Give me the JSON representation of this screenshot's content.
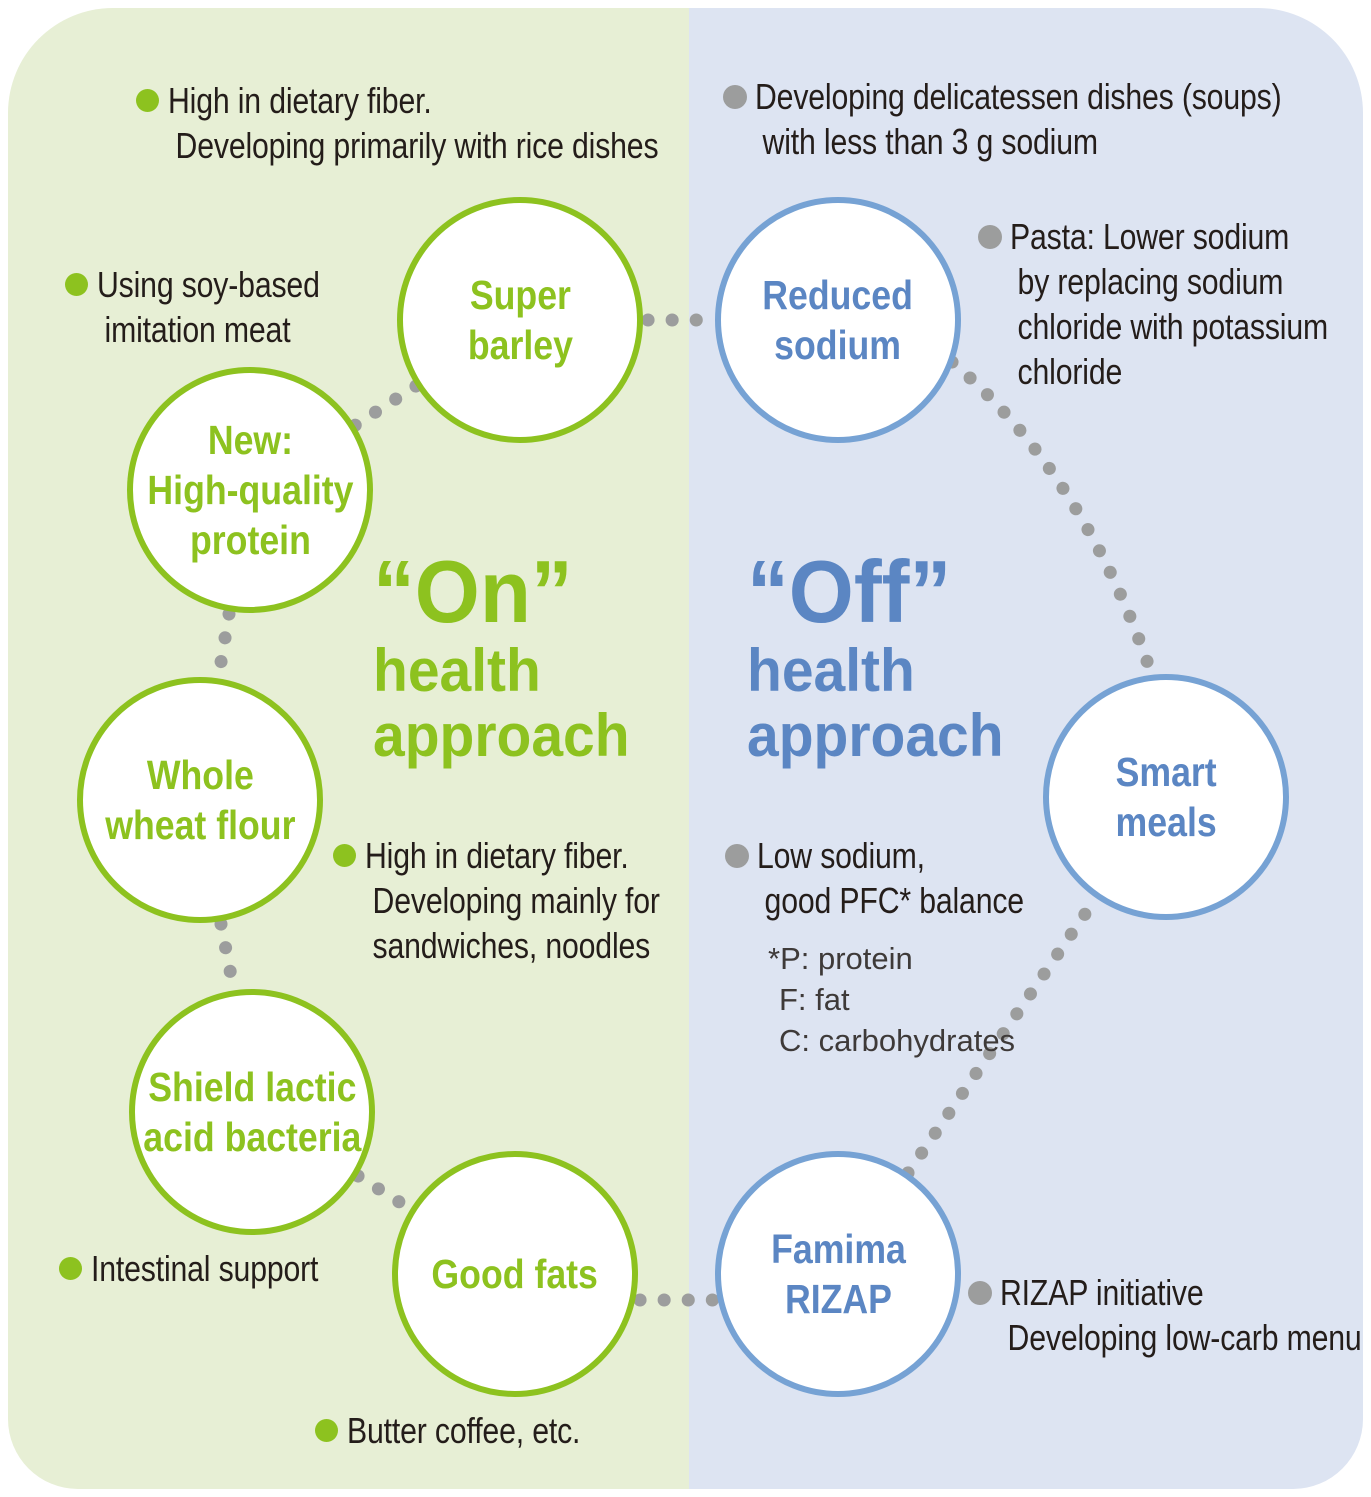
{
  "palette": {
    "green": "#8dc21f",
    "green_bg": "#e7efd5",
    "blue_text": "#5b86c3",
    "blue_border": "#76a2d4",
    "blue_bg": "#dde4f2",
    "dark_text": "#241d1a",
    "footnote_text": "#3e3a39",
    "dot_gray": "#9c9d9d",
    "white": "#ffffff"
  },
  "titles": {
    "on": {
      "big": "“On”",
      "line2": "health",
      "line3": "approach"
    },
    "off": {
      "big": "“Off”",
      "line2": "health",
      "line3": "approach"
    }
  },
  "circles": [
    {
      "id": "super-barley",
      "side": "on",
      "lines": [
        "Super",
        "barley"
      ]
    },
    {
      "id": "reduced-sodium",
      "side": "off",
      "lines": [
        "Reduced",
        "sodium"
      ]
    },
    {
      "id": "new-high-quality-protein",
      "side": "on",
      "lines": [
        "New:",
        "High-quality",
        "protein"
      ]
    },
    {
      "id": "whole-wheat-flour",
      "side": "on",
      "lines": [
        "Whole",
        "wheat flour"
      ]
    },
    {
      "id": "shield-lactic-acid-bacteria",
      "side": "on",
      "lines": [
        "Shield lactic",
        "acid bacteria"
      ]
    },
    {
      "id": "good-fats",
      "side": "on",
      "lines": [
        "Good fats"
      ]
    },
    {
      "id": "famima-rizap",
      "side": "off",
      "lines": [
        "Famima",
        "RIZAP"
      ]
    },
    {
      "id": "smart-meals",
      "side": "off",
      "lines": [
        "Smart",
        "meals"
      ]
    }
  ],
  "notes": [
    {
      "id": "super-barley-note",
      "side": "on",
      "lines": [
        "High in dietary fiber.",
        "Developing primarily with rice dishes"
      ]
    },
    {
      "id": "soy-meat-note",
      "side": "on",
      "lines": [
        "Using soy-based",
        "imitation meat"
      ]
    },
    {
      "id": "whole-wheat-note",
      "side": "on",
      "lines": [
        "High in dietary fiber.",
        "Developing mainly for",
        "sandwiches, noodles"
      ]
    },
    {
      "id": "intestinal-note",
      "side": "on",
      "lines": [
        "Intestinal support"
      ]
    },
    {
      "id": "butter-coffee-note",
      "side": "on",
      "lines": [
        "Butter coffee, etc."
      ]
    },
    {
      "id": "delicatessen-note",
      "side": "off",
      "lines": [
        "Developing delicatessen dishes (soups)",
        "with less than 3 g sodium"
      ]
    },
    {
      "id": "pasta-note",
      "side": "off",
      "lines": [
        "Pasta: Lower sodium",
        "by replacing sodium",
        "chloride with potassium",
        "chloride"
      ]
    },
    {
      "id": "pfc-note",
      "side": "off",
      "lines": [
        "Low sodium,",
        "good PFC* balance"
      ]
    },
    {
      "id": "rizap-note",
      "side": "off",
      "lines": [
        "RIZAP initiative",
        "Developing low-carb menu"
      ]
    }
  ],
  "footnote": {
    "lines": [
      "*P: protein",
      "F: fat",
      "C: carbohydrates"
    ]
  }
}
